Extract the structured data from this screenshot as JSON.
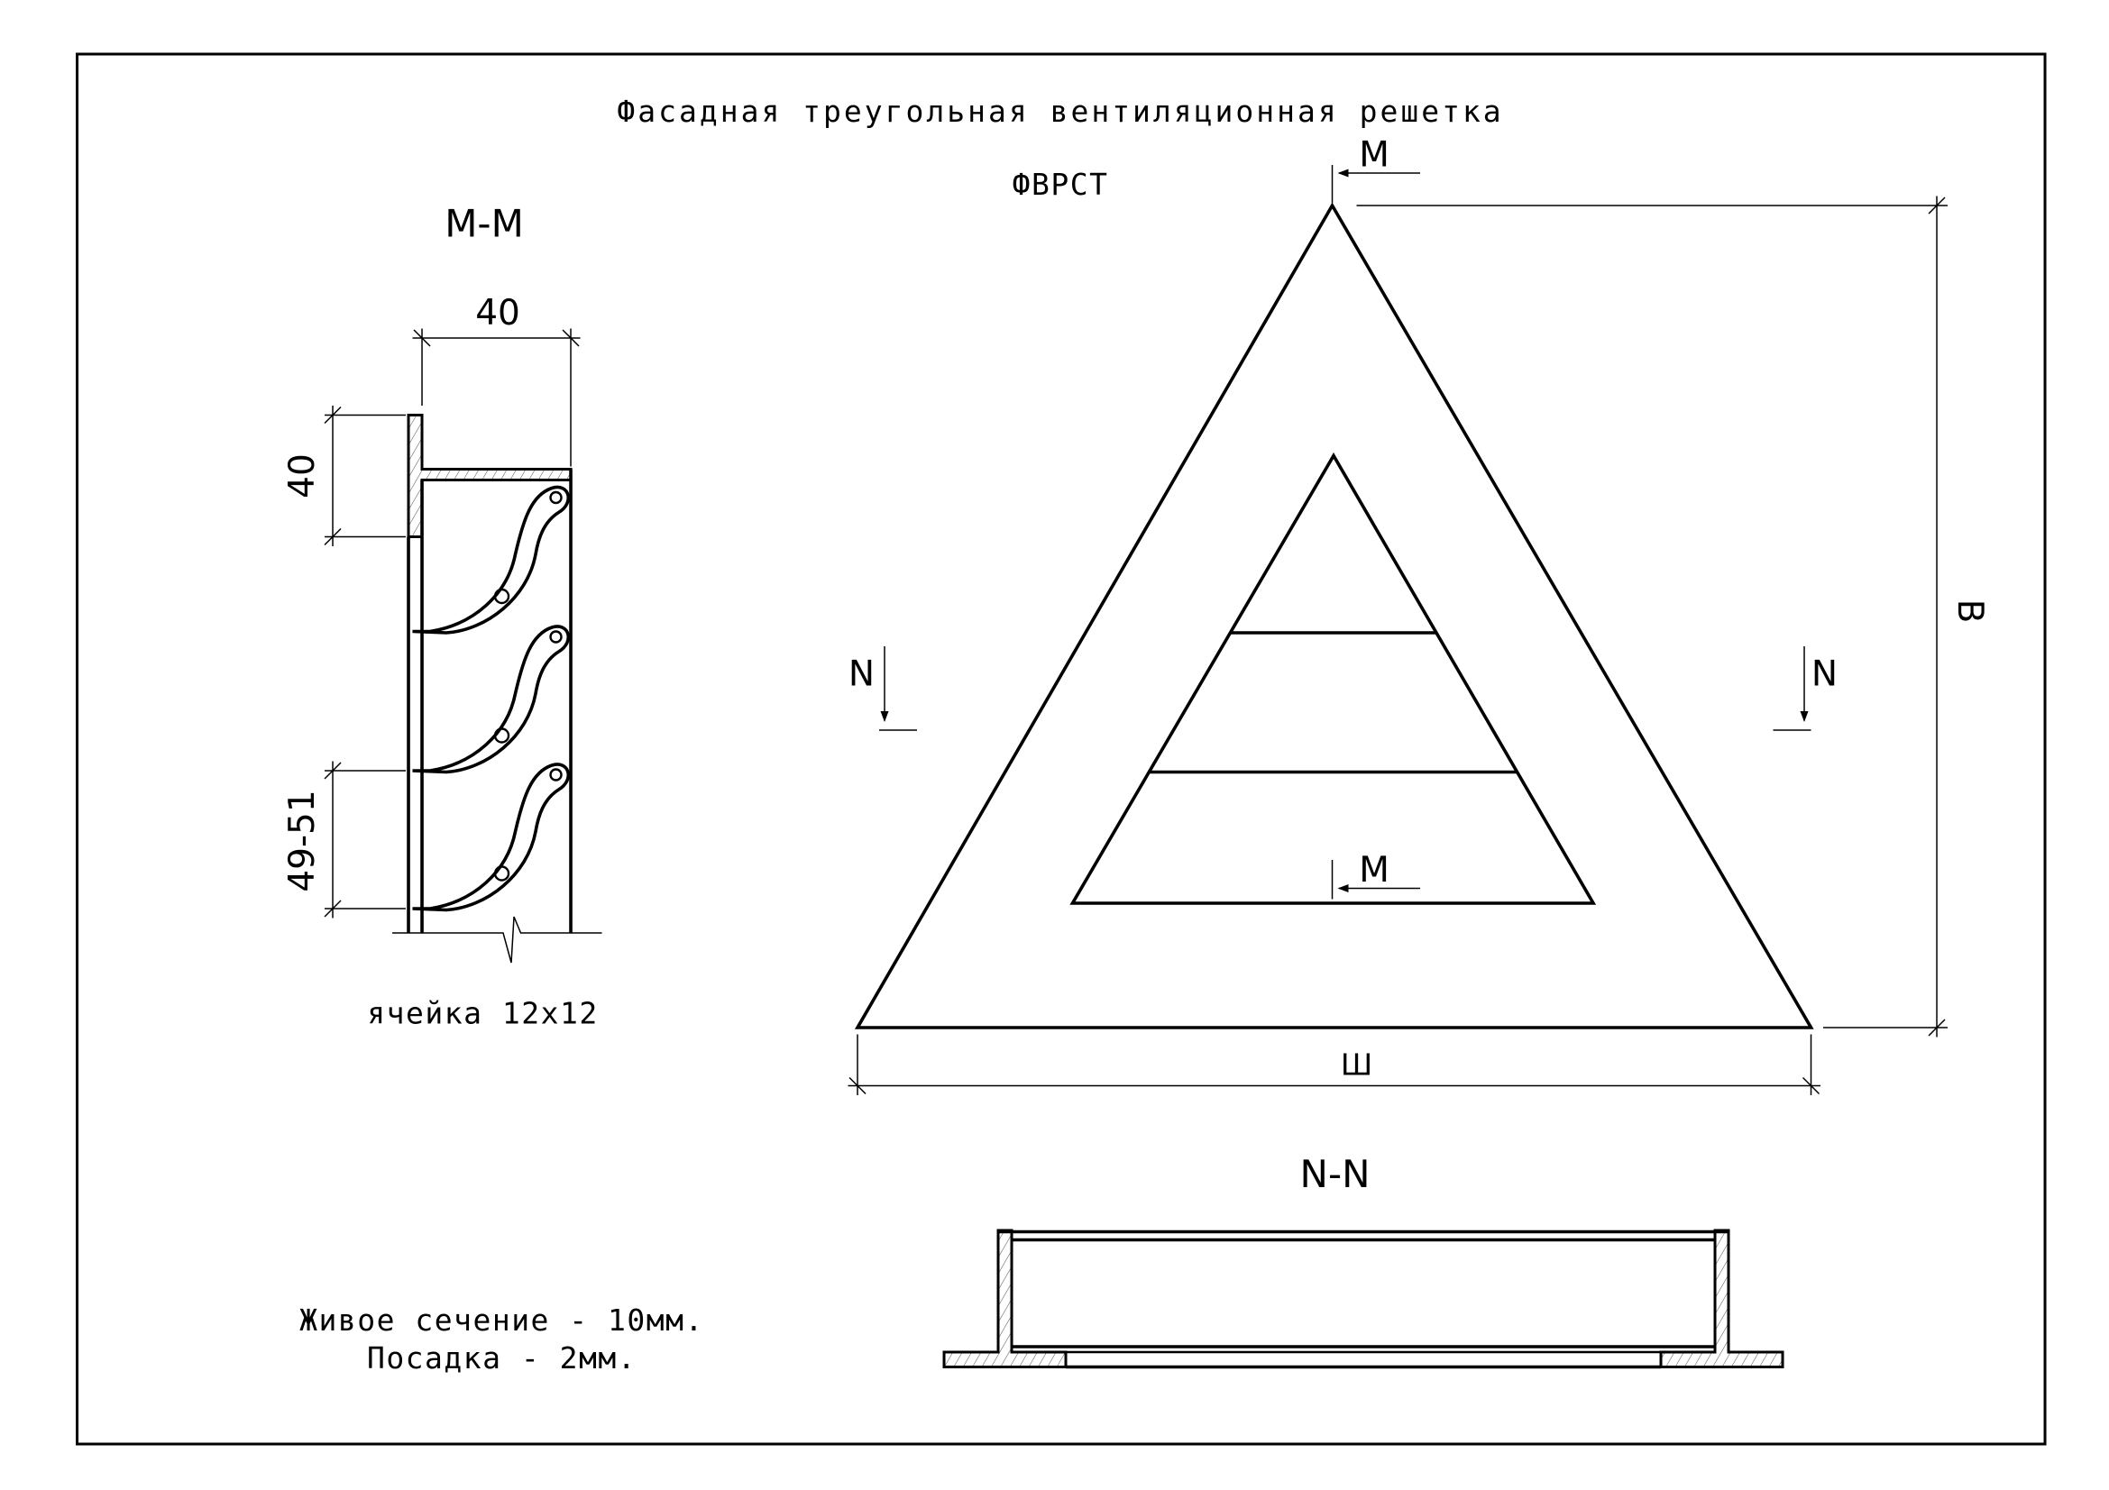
{
  "title": "Фасадная треугольная вентиляционная решетка",
  "code": "ФВРСТ",
  "section_mm": {
    "label": "М-М",
    "dim_depth": "40",
    "dim_flange": "40",
    "dim_pitch": "49-51",
    "cell_note": "ячейка 12x12"
  },
  "front_view": {
    "cut_m_top": "М",
    "cut_m_bottom": "М",
    "cut_n_left": "N",
    "cut_n_right": "N",
    "dim_height": "В",
    "dim_width": "Ш"
  },
  "section_nn": {
    "label": "N-N"
  },
  "notes": {
    "line1": "Живое сечение - 10мм.",
    "line2": "Посадка - 2мм."
  }
}
